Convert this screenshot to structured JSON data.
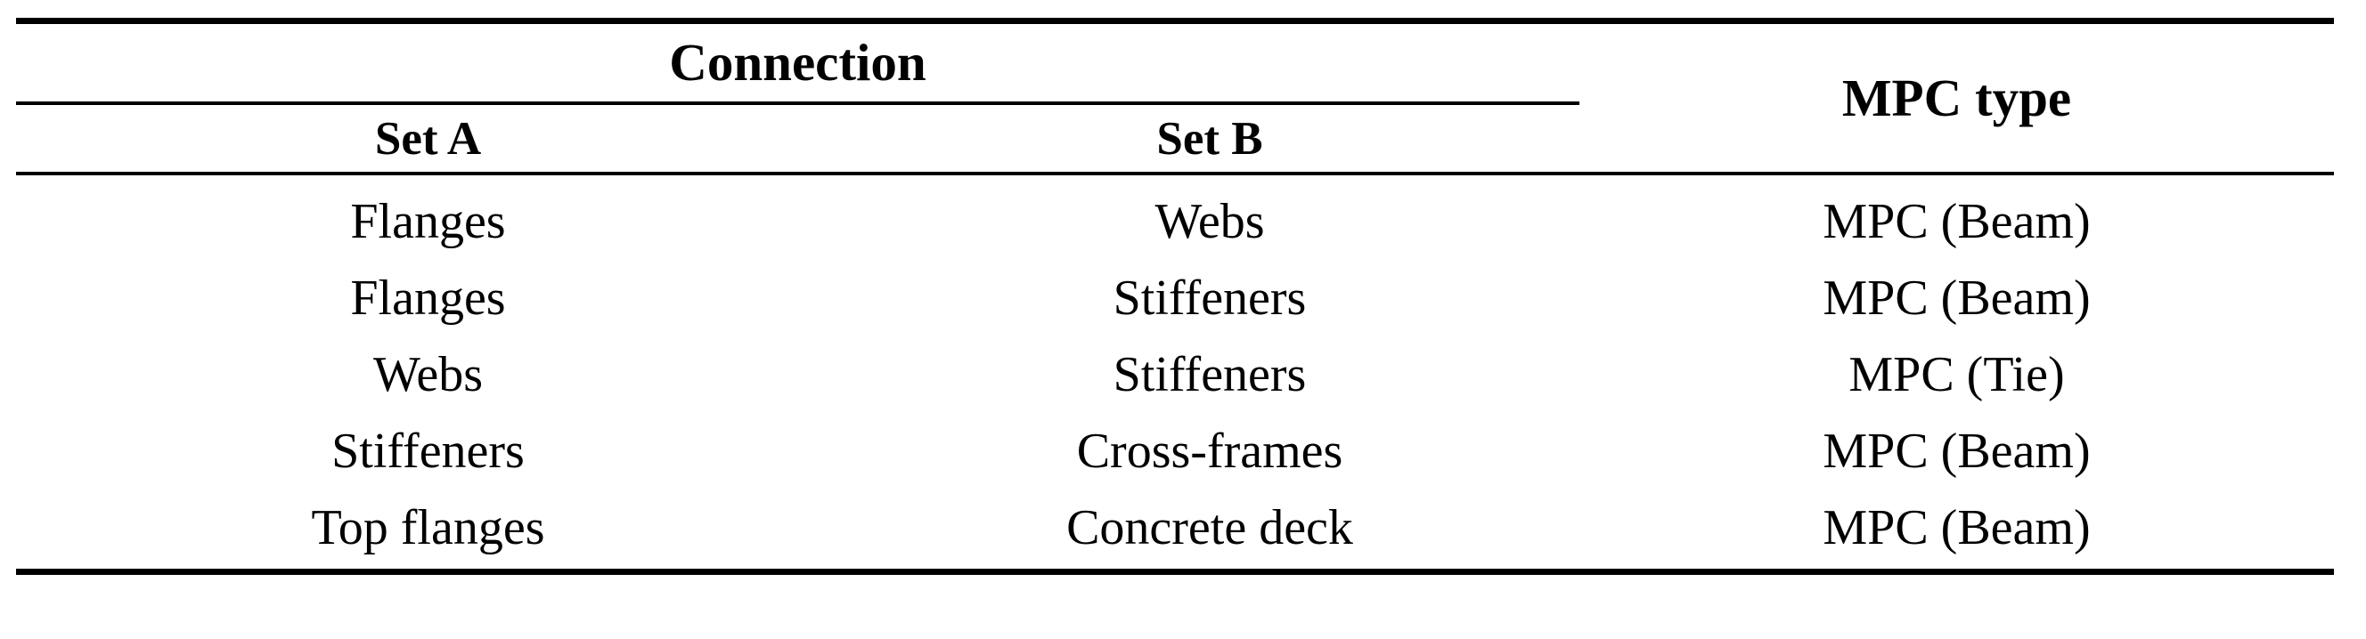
{
  "table": {
    "header": {
      "group_label": "Connection",
      "mpc_label": "MPC type",
      "sub_a": "Set A",
      "sub_b": "Set B"
    },
    "columns": [
      "Set A",
      "Set B",
      "MPC type"
    ],
    "rows": [
      {
        "set_a": "Flanges",
        "set_b": "Webs",
        "mpc_type": "MPC (Beam)"
      },
      {
        "set_a": "Flanges",
        "set_b": "Stiffeners",
        "mpc_type": "MPC (Beam)"
      },
      {
        "set_a": "Webs",
        "set_b": "Stiffeners",
        "mpc_type": "MPC (Tie)"
      },
      {
        "set_a": "Stiffeners",
        "set_b": "Cross-frames",
        "mpc_type": "MPC (Beam)"
      },
      {
        "set_a": "Top flanges",
        "set_b": "Concrete deck",
        "mpc_type": "MPC (Beam)"
      }
    ]
  },
  "style": {
    "rule_color": "#000000",
    "text_color": "#000000",
    "background": "#ffffff"
  }
}
